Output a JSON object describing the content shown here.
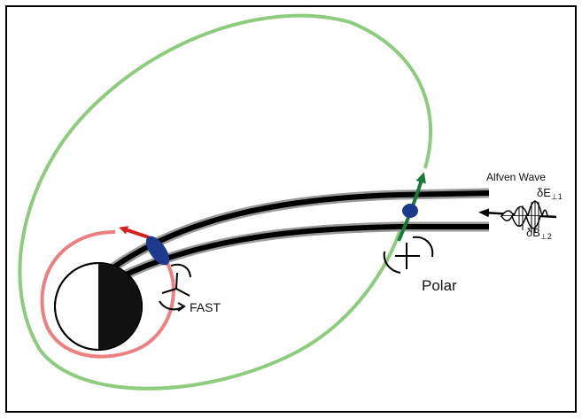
{
  "labels": {
    "fast": "FAST",
    "polar": "Polar",
    "alfven_wave": "Alfven Wave",
    "delta_e": "δE",
    "delta_e_sub": "⊥1",
    "delta_b": "δB",
    "delta_b_sub": "⊥2"
  },
  "colors": {
    "polar_orbit": "#8ccc7c",
    "fast_orbit": "#ec8080",
    "field_line": "#000000",
    "field_line_shadow": "#9a9a9a",
    "spacecraft": "#1e3a8c",
    "fast_arrow": "#d42020",
    "polar_arrow": "#1a7a3a"
  },
  "icons": [
    "earth-icon",
    "fast-spacecraft-icon",
    "polar-spacecraft-icon",
    "wave-packet-icon"
  ]
}
